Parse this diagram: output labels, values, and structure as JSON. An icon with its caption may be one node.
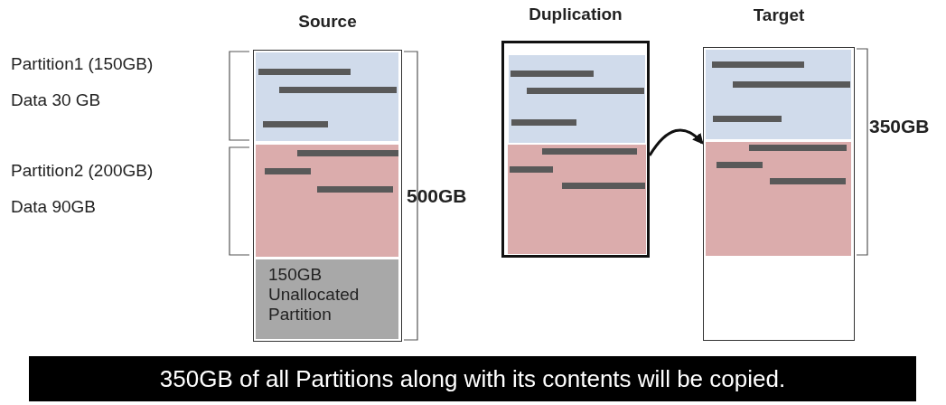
{
  "diagram": {
    "caption": "350GB of all Partitions along with its contents will be copied.",
    "nodes": [
      {
        "text": [
          "Source"
        ]
      },
      {
        "text": [],
        "shape": "bar",
        "in": 0,
        "beside": [
          "Partition1 (150GB)",
          "Data 30 GB"
        ]
      },
      {
        "text": [],
        "shape": "bar",
        "in": 0,
        "beside": [
          "Partition2 (200GB)",
          "Data 90GB"
        ]
      },
      {
        "text": [
          "150GB Unallocated Partition"
        ],
        "in": 0
      },
      {
        "text": [
          "Duplication"
        ]
      },
      {
        "text": [],
        "shape": "bar",
        "in": 4
      },
      {
        "text": [],
        "shape": "bar",
        "in": 4
      },
      {
        "text": [
          "Target"
        ]
      },
      {
        "text": [],
        "shape": "bar",
        "in": 7
      },
      {
        "text": [],
        "shape": "bar",
        "in": 7
      }
    ],
    "edges": [
      {
        "from": 4,
        "to": 7,
        "arrow": "to"
      }
    ],
    "labels": [
      "500GB",
      "350GB"
    ]
  }
}
